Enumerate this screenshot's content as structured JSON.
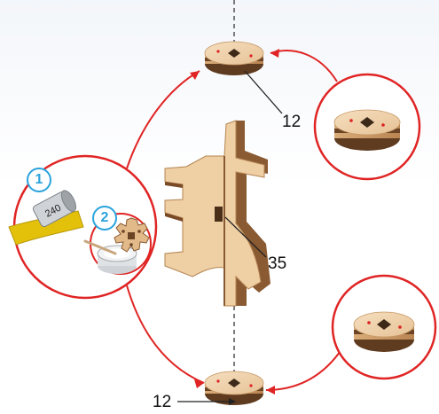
{
  "labels": {
    "top_washer_number": "12",
    "part_number": "35",
    "bottom_washer_number": "12"
  },
  "steps": {
    "step1": "1",
    "step2": "2"
  },
  "sandpaper_grit": "240",
  "colors": {
    "wood_light": "#f0d3ac",
    "wood_mid": "#e2b988",
    "wood_dark": "#6b4425",
    "accent_red": "#e02424",
    "badge_blue": "#2aa3dc",
    "sandpaper_yellow": "#e3c10b"
  }
}
